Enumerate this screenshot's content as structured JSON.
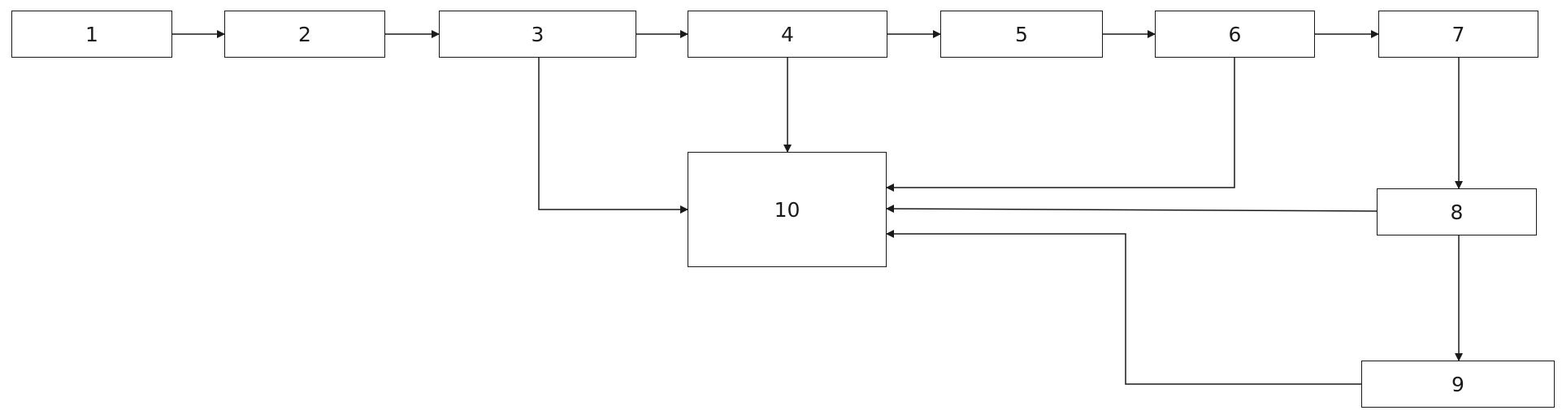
{
  "diagram": {
    "nodes": [
      {
        "id": "1",
        "label": "1"
      },
      {
        "id": "2",
        "label": "2"
      },
      {
        "id": "3",
        "label": "3"
      },
      {
        "id": "4",
        "label": "4"
      },
      {
        "id": "5",
        "label": "5"
      },
      {
        "id": "6",
        "label": "6"
      },
      {
        "id": "7",
        "label": "7"
      },
      {
        "id": "8",
        "label": "8"
      },
      {
        "id": "9",
        "label": "9"
      },
      {
        "id": "10",
        "label": "10"
      }
    ],
    "edges": [
      {
        "from": "1",
        "to": "2"
      },
      {
        "from": "2",
        "to": "3"
      },
      {
        "from": "3",
        "to": "4"
      },
      {
        "from": "4",
        "to": "5"
      },
      {
        "from": "5",
        "to": "6"
      },
      {
        "from": "6",
        "to": "7"
      },
      {
        "from": "7",
        "to": "8"
      },
      {
        "from": "8",
        "to": "9"
      },
      {
        "from": "3",
        "to": "10"
      },
      {
        "from": "4",
        "to": "10"
      },
      {
        "from": "6",
        "to": "10"
      },
      {
        "from": "8",
        "to": "10"
      },
      {
        "from": "9",
        "to": "10"
      }
    ],
    "colors": {
      "stroke": "#1a1a1a",
      "background": "#ffffff"
    }
  }
}
